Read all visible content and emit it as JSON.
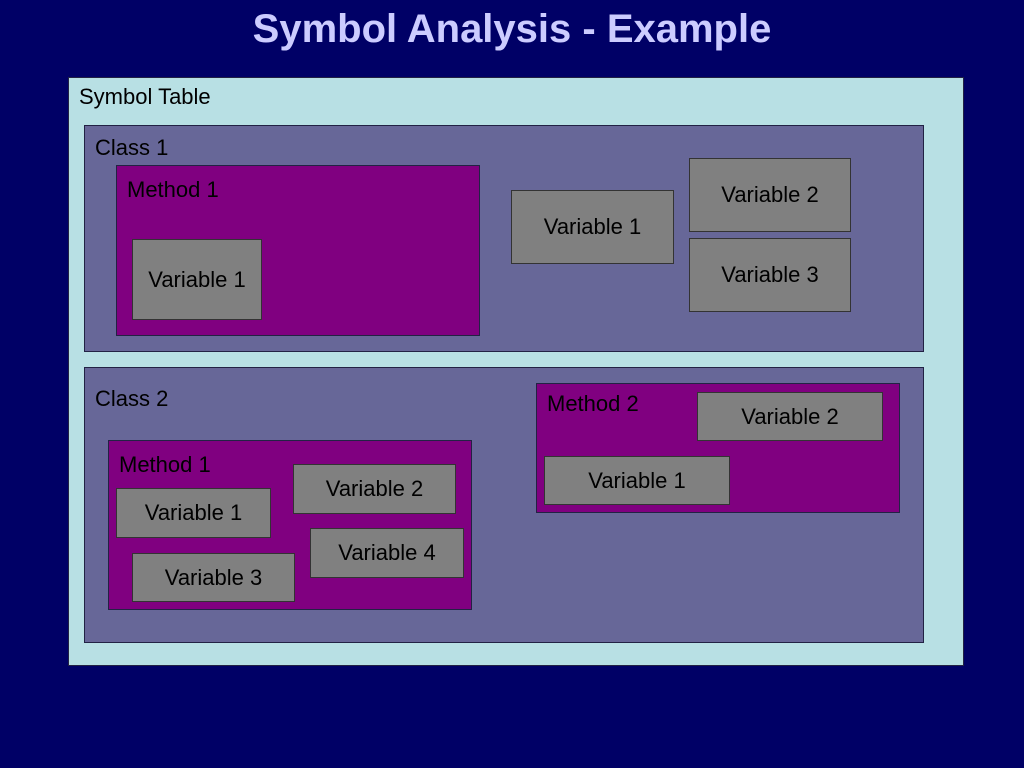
{
  "title": "Symbol Analysis - Example",
  "symbol_table": {
    "label": "Symbol Table",
    "class1": {
      "label": "Class 1",
      "method1": {
        "label": "Method 1",
        "variable1": "Variable 1"
      },
      "variable1": "Variable 1",
      "variable2": "Variable 2",
      "variable3": "Variable 3"
    },
    "class2": {
      "label": "Class 2",
      "method1": {
        "label": "Method 1",
        "variable1": "Variable 1",
        "variable2": "Variable 2",
        "variable3": "Variable 3",
        "variable4": "Variable 4"
      },
      "method2": {
        "label": "Method 2",
        "variable1": "Variable 1",
        "variable2": "Variable 2"
      }
    }
  },
  "colors": {
    "background": "#000066",
    "title": "#CCCCFF",
    "symbol_table": "#B8E0E4",
    "class": "#676798",
    "method": "#800080",
    "variable": "#808080"
  }
}
